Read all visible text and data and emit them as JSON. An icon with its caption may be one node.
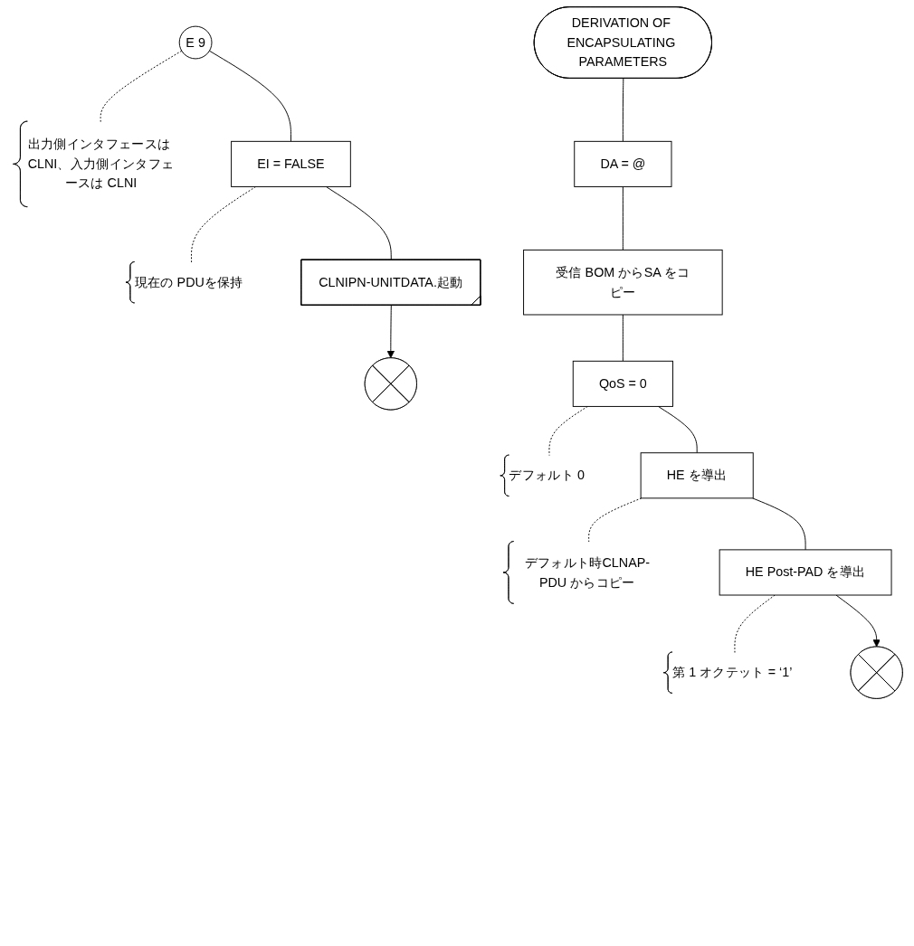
{
  "diagram": {
    "nodes": [
      {
        "text": [
          "E 9"
        ]
      },
      {
        "text": [
          "出力側インタフェースは CLNI、入力側インタフェースは CLNI"
        ]
      },
      {
        "text": [
          "EI = FALSE"
        ]
      },
      {
        "text": [
          "現在の PDUを保持"
        ]
      },
      {
        "text": [
          "CLNIPN-UNITDATA.起動"
        ]
      },
      {
        "text": [],
        "shape": "circle"
      },
      {
        "text": [
          "DERIVATION OF ENCAPSULATING PARAMETERS"
        ]
      },
      {
        "text": [
          "DA = @"
        ]
      },
      {
        "text": [
          "受信 BOM からSA をコピー"
        ]
      },
      {
        "text": [
          "QoS = 0"
        ]
      },
      {
        "text": [
          "デフォルト 0"
        ]
      },
      {
        "text": [
          "HE を導出"
        ]
      },
      {
        "text": [
          "デフォルト時CLNAP-PDU からコピー"
        ]
      },
      {
        "text": [
          "HE Post-PAD を導出"
        ]
      },
      {
        "text": [
          "第 1 オクテット = ‘1’"
        ]
      },
      {
        "text": [],
        "shape": "circle"
      }
    ],
    "edges": [
      {
        "from": 0,
        "to": 1,
        "arrow": "none",
        "style": "dashed"
      },
      {
        "from": 0,
        "to": 2,
        "arrow": "none"
      },
      {
        "from": 2,
        "to": 3,
        "arrow": "none",
        "style": "dashed"
      },
      {
        "from": 2,
        "to": 4,
        "arrow": "none"
      },
      {
        "from": 4,
        "to": 5,
        "arrow": "to"
      },
      {
        "from": 6,
        "to": 7,
        "arrow": "none"
      },
      {
        "from": 7,
        "to": 8,
        "arrow": "none"
      },
      {
        "from": 8,
        "to": 9,
        "arrow": "none"
      },
      {
        "from": 9,
        "to": 10,
        "arrow": "none",
        "style": "dashed"
      },
      {
        "from": 9,
        "to": 11,
        "arrow": "none"
      },
      {
        "from": 11,
        "to": 12,
        "arrow": "none",
        "style": "dashed"
      },
      {
        "from": 11,
        "to": 13,
        "arrow": "none"
      },
      {
        "from": 13,
        "to": 14,
        "arrow": "none",
        "style": "dashed"
      },
      {
        "from": 13,
        "to": 15,
        "arrow": "to"
      }
    ]
  }
}
